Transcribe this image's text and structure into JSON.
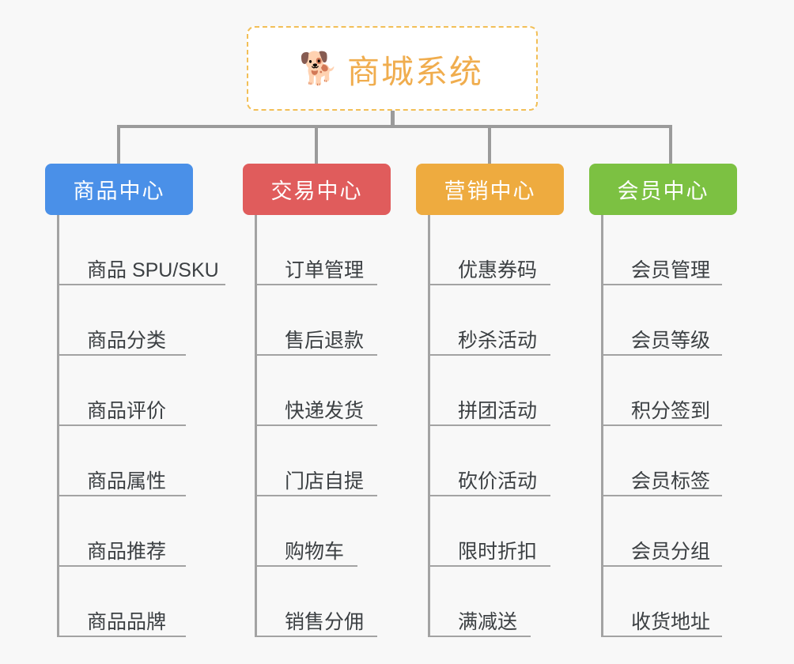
{
  "root": {
    "icon": "shiba-dog-face-icon",
    "icon_glyph": "🐕",
    "title": "商城系统",
    "title_color": "#f0ad4e",
    "border_color": "#f2bf57"
  },
  "theme": {
    "background": "#f8f8f8",
    "connector_color": "#9b9b9b",
    "divider_color": "#a3a3a3",
    "leaf_text_color": "#3c4043"
  },
  "columns": [
    {
      "key": "product-center",
      "label": "商品中心",
      "color": "#4a90e8",
      "items": [
        "商品 SPU/SKU",
        "商品分类",
        "商品评价",
        "商品属性",
        "商品推荐",
        "商品品牌"
      ]
    },
    {
      "key": "trade-center",
      "label": "交易中心",
      "color": "#e05c5c",
      "items": [
        "订单管理",
        "售后退款",
        "快递发货",
        "门店自提",
        "购物车",
        "销售分佣"
      ]
    },
    {
      "key": "marketing-center",
      "label": "营销中心",
      "color": "#eeab3f",
      "items": [
        "优惠券码",
        "秒杀活动",
        "拼团活动",
        "砍价活动",
        "限时折扣",
        "满减送"
      ]
    },
    {
      "key": "member-center",
      "label": "会员中心",
      "color": "#7cc142",
      "items": [
        "会员管理",
        "会员等级",
        "积分签到",
        "会员标签",
        "会员分组",
        "收货地址"
      ]
    }
  ]
}
